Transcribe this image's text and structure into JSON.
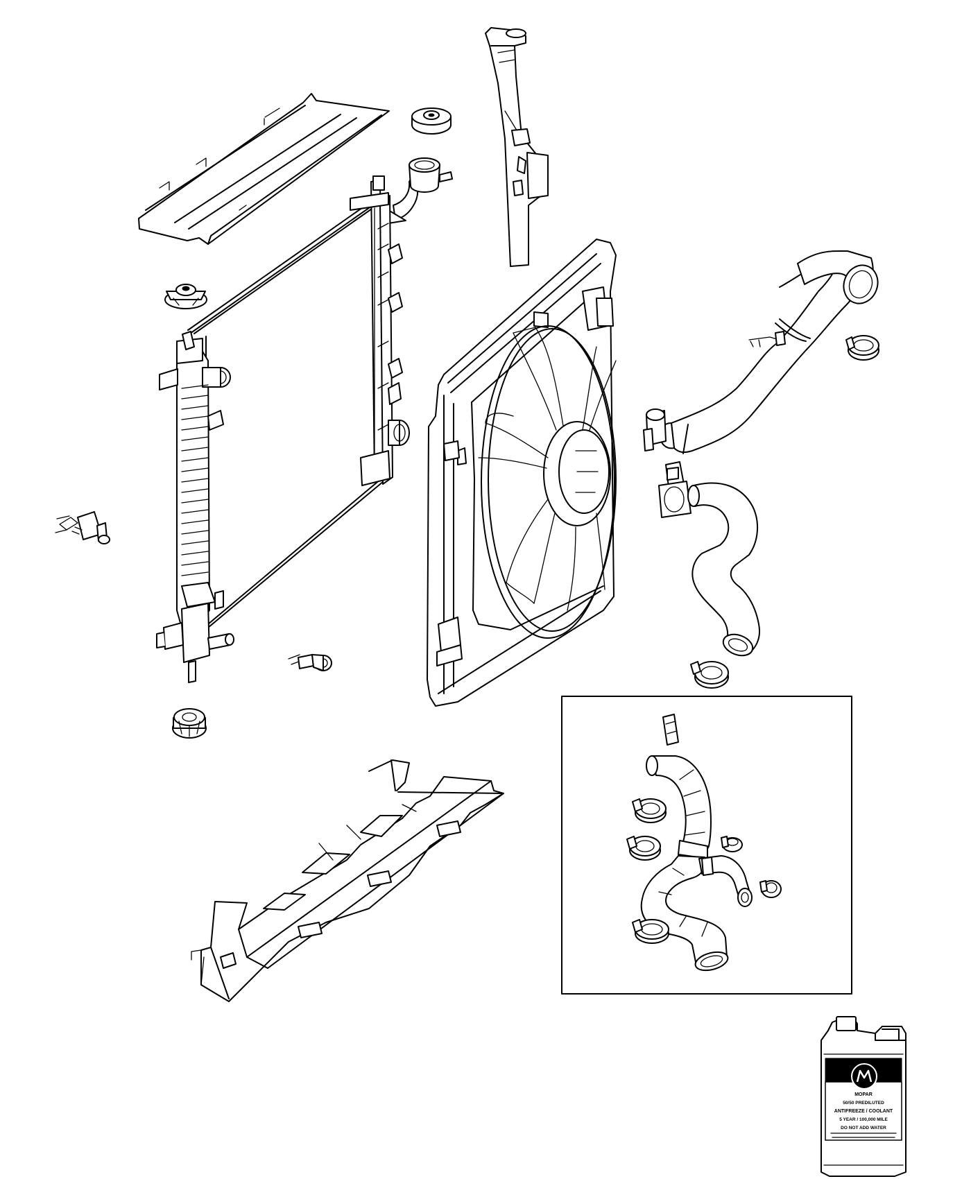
{
  "diagram": {
    "jug_label": {
      "brand": "MOPAR",
      "line1": "50/50 PREDILUTED",
      "line2": "ANTIFREEZE / COOLANT",
      "line3": "5 YEAR / 100,000 MILE",
      "line4": "DO NOT ADD WATER"
    }
  }
}
